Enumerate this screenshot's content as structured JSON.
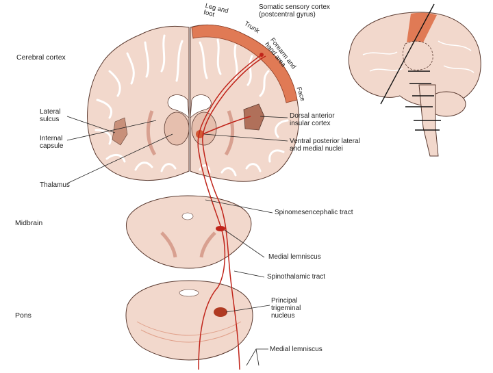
{
  "sections": {
    "cerebral_cortex": "Cerebral cortex",
    "midbrain": "Midbrain",
    "pons": "Pons"
  },
  "cortex_regions": {
    "leg_line1": "Leg and",
    "leg_line2": "foot",
    "trunk": "Trunk",
    "forearm_line1": "Forearm and",
    "forearm_line2": "hand area",
    "face": "Face",
    "ssc_line1": "Somatic sensory cortex",
    "ssc_line2": "(postcentral gyrus)"
  },
  "left_labels": {
    "lateral_line1": "Lateral",
    "lateral_line2": "sulcus",
    "internal_line1": "Internal",
    "internal_line2": "capsule",
    "thalamus": "Thalamus"
  },
  "right_labels": {
    "dorsal_line1": "Dorsal anterior",
    "dorsal_line2": "insular cortex",
    "vpl_line1": "Ventral posterior lateral",
    "vpl_line2": "and medial nuclei",
    "spinomes": "Spinomesencephalic tract",
    "medial_lemniscus_1": "Medial lemniscus",
    "spinothalamic": "Spinothalamic tract",
    "principal_line1": "Principal",
    "principal_line2": "trigeminal",
    "principal_line3": "nucleus",
    "medial_lemniscus_2": "Medial lemniscus"
  },
  "colors": {
    "tissue": "#f2d8cc",
    "tissue_dark": "#e6bfae",
    "cortex_highlight": "#e07a55",
    "pathway": "#c0241a",
    "white_matter": "#ffffff",
    "outline": "#5a3a30"
  }
}
